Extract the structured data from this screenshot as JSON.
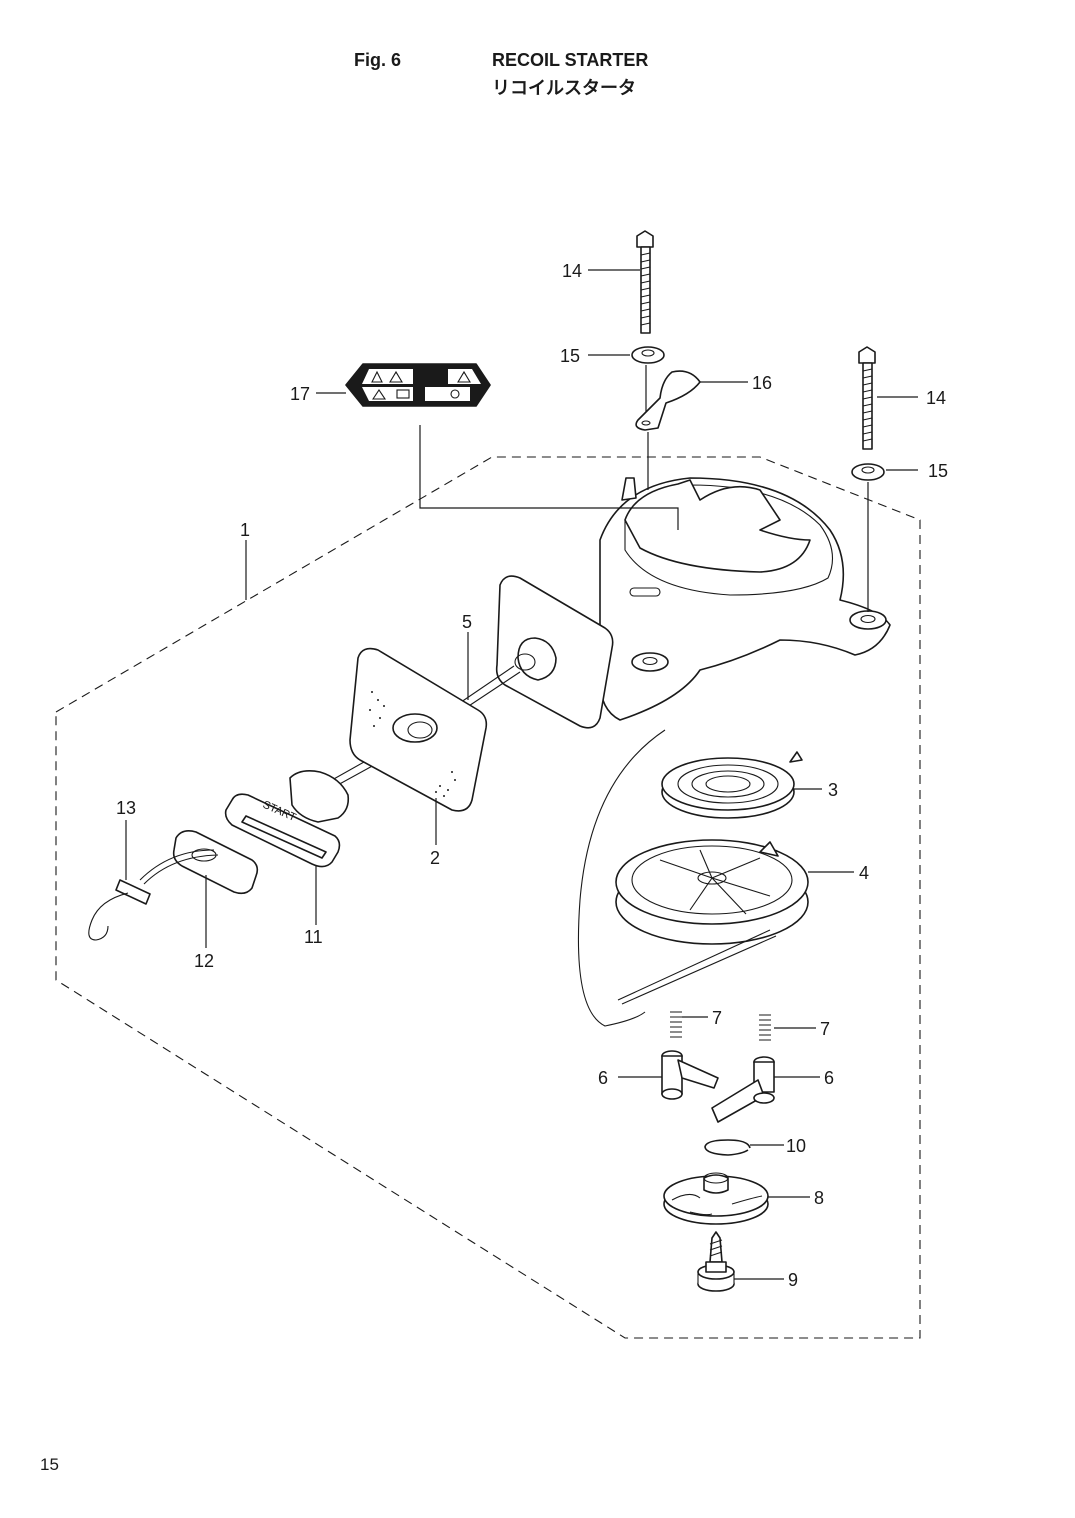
{
  "header": {
    "fig_label": "Fig. 6",
    "title": "RECOIL STARTER",
    "subtitle": "リコイルスタータ"
  },
  "page_number": "15",
  "sticker_text": "START",
  "callouts": [
    {
      "id": "c1",
      "text": "1"
    },
    {
      "id": "c2",
      "text": "2"
    },
    {
      "id": "c3",
      "text": "3"
    },
    {
      "id": "c4",
      "text": "4"
    },
    {
      "id": "c5",
      "text": "5"
    },
    {
      "id": "c6a",
      "text": "6"
    },
    {
      "id": "c6b",
      "text": "6"
    },
    {
      "id": "c7a",
      "text": "7"
    },
    {
      "id": "c7b",
      "text": "7"
    },
    {
      "id": "c8",
      "text": "8"
    },
    {
      "id": "c9",
      "text": "9"
    },
    {
      "id": "c10",
      "text": "10"
    },
    {
      "id": "c11",
      "text": "11"
    },
    {
      "id": "c12",
      "text": "12"
    },
    {
      "id": "c13",
      "text": "13"
    },
    {
      "id": "c14a",
      "text": "14"
    },
    {
      "id": "c14b",
      "text": "14"
    },
    {
      "id": "c15a",
      "text": "15"
    },
    {
      "id": "c15b",
      "text": "15"
    },
    {
      "id": "c16",
      "text": "16"
    },
    {
      "id": "c17",
      "text": "17"
    }
  ]
}
